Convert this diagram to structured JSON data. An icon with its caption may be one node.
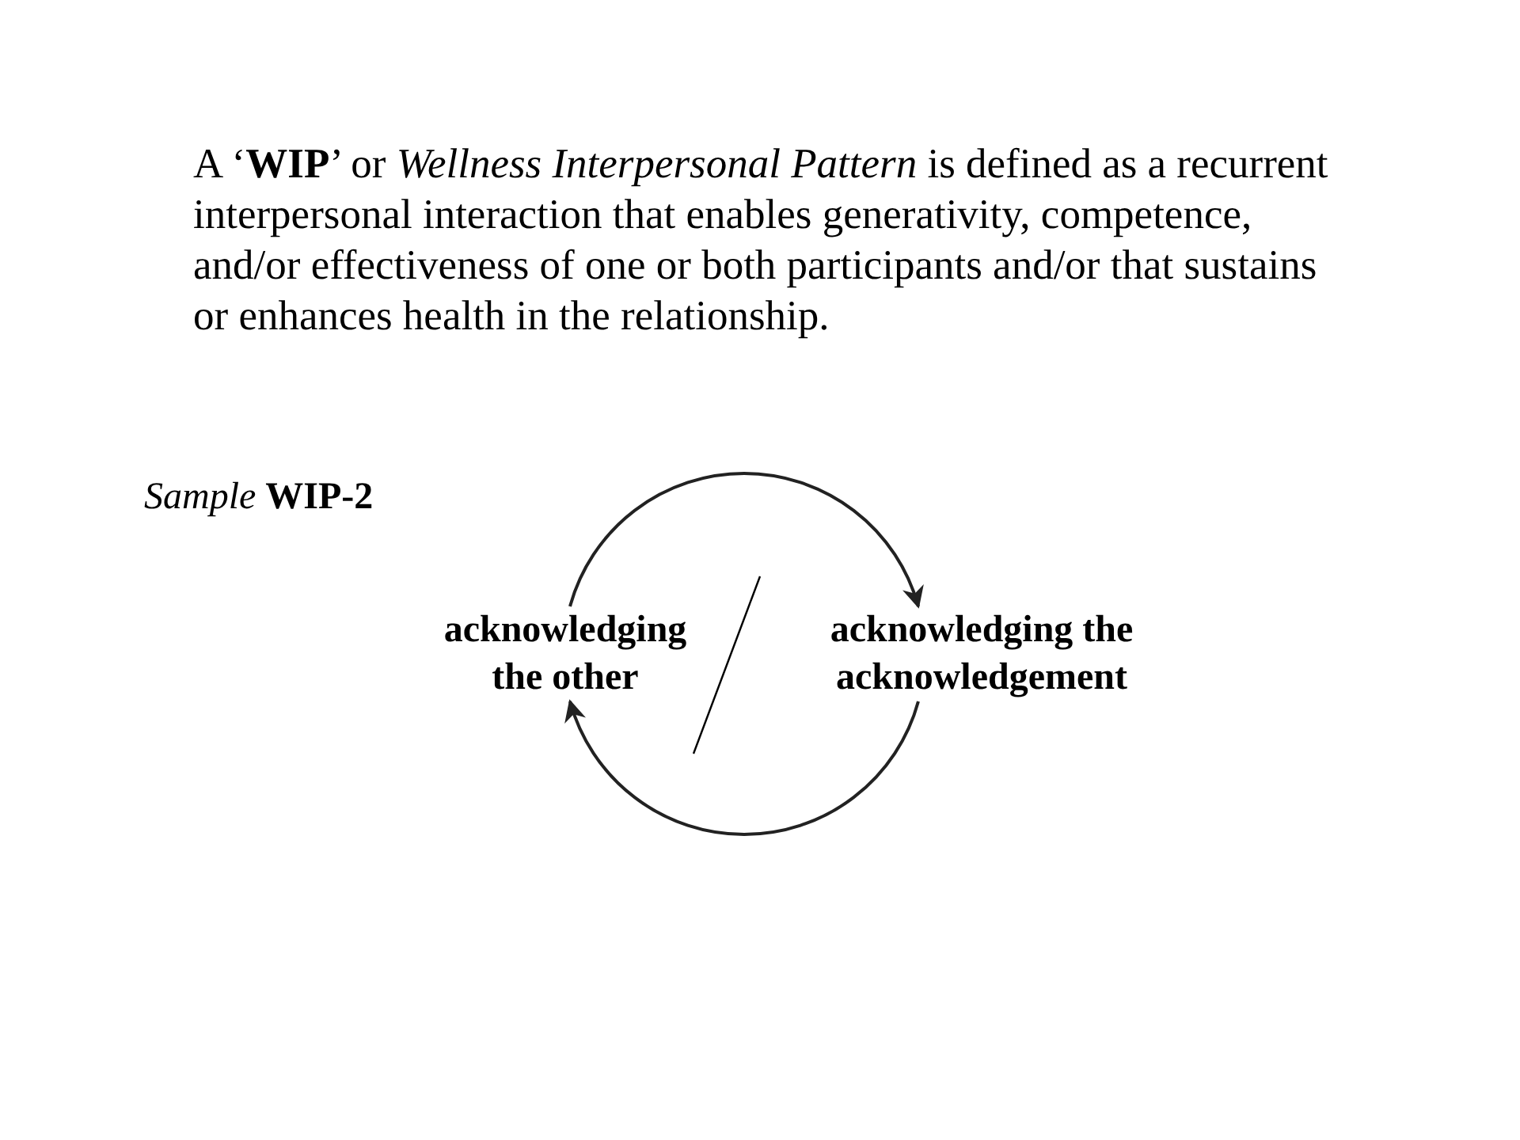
{
  "diagram": {
    "nodes": [
      {
        "text": [
          "acknowledging the other"
        ]
      },
      {
        "text": [
          "acknowledging the acknowledgement"
        ]
      }
    ],
    "edges": [
      {
        "from": 0,
        "to": 1,
        "arrow": "to"
      },
      {
        "from": 1,
        "to": 0,
        "arrow": "to"
      }
    ],
    "labels": [
      "A ‘**WIP**’ or *Wellness Interpersonal Pattern* is defined as a recurrent interpersonal interaction that enables generativity, competence, and/or effectiveness of one or both participants and/or that sustains or enhances health in the relationship.",
      "*Sample* **WIP-2**"
    ]
  }
}
